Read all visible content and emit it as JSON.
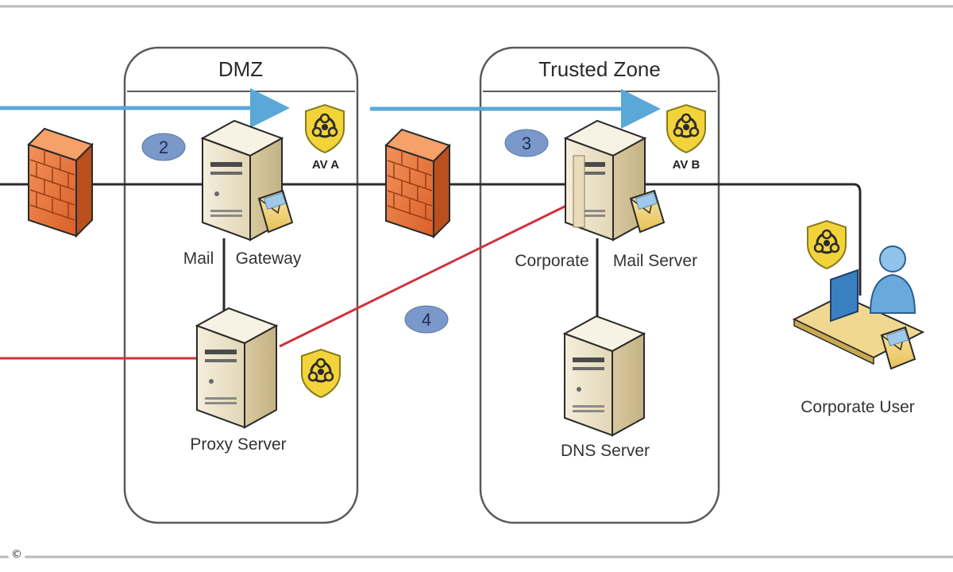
{
  "zones": {
    "dmz": {
      "title": "DMZ"
    },
    "trusted": {
      "title": "Trusted Zone"
    }
  },
  "nodes": {
    "mail_gateway": {
      "label_left": "Mail",
      "label_right": "Gateway"
    },
    "proxy_server": {
      "label": "Proxy Server"
    },
    "corporate_mail_server": {
      "label_left": "Corporate",
      "label_right": "Mail Server"
    },
    "dns_server": {
      "label": "DNS Server"
    },
    "corporate_user": {
      "label": "Corporate User"
    }
  },
  "antivirus": {
    "av_a": {
      "label": "AV A"
    },
    "av_b": {
      "label": "AV B"
    }
  },
  "steps": [
    "2",
    "3",
    "4"
  ],
  "footer": {
    "copyright": "©"
  },
  "colors": {
    "flow_arrow": "#5aa8d8",
    "secure_link": "#d0323a",
    "network_line": "#2a2a2a",
    "step_badge": "#7a98c9",
    "shield": "#f2d43a",
    "firewall": "#e8743a"
  }
}
